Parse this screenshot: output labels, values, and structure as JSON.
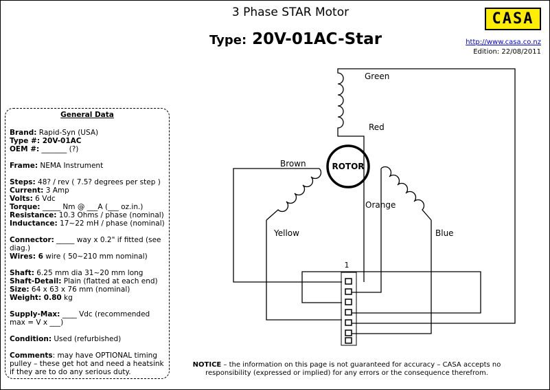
{
  "header": {
    "title": "3 Phase STAR Motor",
    "type_label": "Type:",
    "type_value": "20V-01AC-Star",
    "logo": "CASA",
    "url": "http://www.casa.co.nz",
    "edition": "Edition: 22/08/2011"
  },
  "general": {
    "heading": "General Data",
    "rows": [
      {
        "k": "Brand:",
        "v": " Rapid-Syn (USA)"
      },
      {
        "k": "Type #:",
        "v": " 20V-01AC",
        "vb": true
      },
      {
        "k": "OEM #:",
        "v": " _______ (?)"
      },
      {
        "gap": true
      },
      {
        "k": "Frame:",
        "v": " NEMA Instrument"
      },
      {
        "gap": true
      },
      {
        "k": "Steps:",
        "v": " 48? / rev ( 7.5? degrees per step )"
      },
      {
        "k": "Current:",
        "v": " 3  Amp"
      },
      {
        "k": "Volts:",
        "v": " 6 Vdc"
      },
      {
        "k": "Torque:",
        "v": "  _____ Nm @ ___A (___ oz.in.)"
      },
      {
        "k": "Resistance:",
        "v": " 10.3 Ohms / phase (nominal)"
      },
      {
        "k": "Inductance:",
        "v": " 17~22 mH / phase (nominal)"
      },
      {
        "gap": true
      },
      {
        "k": "Connector:",
        "v": "  _____ way x 0.2\" if fitted (see diag.)"
      },
      {
        "k": "Wires:",
        "v": " 6",
        "vb": true,
        "v2": " wire ( 50~210 mm nominal)"
      },
      {
        "gap": true
      },
      {
        "k": "Shaft:",
        "v": " 6.25 mm dia 31~20 mm long"
      },
      {
        "k": "Shaft-Detail:",
        "v": " Plain (flatted at each end)"
      },
      {
        "k": "Size:",
        "v": " 64 x 63 x 76 mm (nominal)"
      },
      {
        "k": "Weight:",
        "v": " 0.80",
        "vb": true,
        "v2": " kg"
      },
      {
        "gap": true
      },
      {
        "k": "Supply-Max:",
        "v": " ____ Vdc (recommended max = V x ___)"
      },
      {
        "gap": true
      },
      {
        "k": "Condition:",
        "v": " Used  (refurbished)"
      },
      {
        "gap": true
      },
      {
        "k": "Comments",
        "v": ": may have OPTIONAL timing pulley – these get hot and need a heatsink if they are to do any serious duty."
      }
    ]
  },
  "diagram": {
    "rotor": "ROTOR",
    "wires": {
      "green": "Green",
      "red": "Red",
      "brown": "Brown",
      "yellow": "Yellow",
      "orange": "Orange",
      "blue": "Blue"
    },
    "connector_pin": "1"
  },
  "notice": {
    "bold": "NOTICE",
    "text": " – the information on this page is not guaranteed for accuracy – CASA accepts no responsibility (expressed or implied) for any errors or the consequence therefrom."
  }
}
